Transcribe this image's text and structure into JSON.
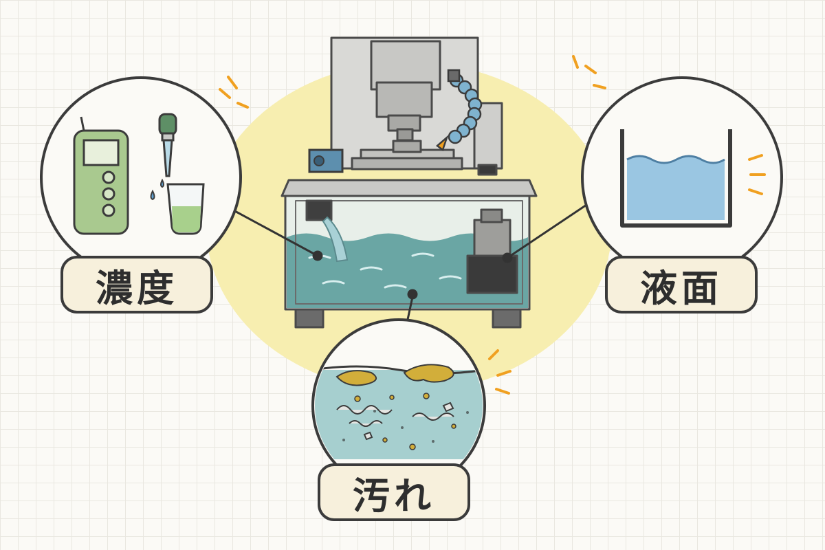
{
  "labels": {
    "concentration": "濃度",
    "liquid_level": "液面",
    "contamination": "汚れ"
  },
  "colors": {
    "background": "#fbfaf6",
    "glow": "#f7eeb0",
    "coolant": "#6aa6a4",
    "label_fill": "#f7f0dc",
    "outline": "#3b3b3b",
    "accent_dash": "#f0a020"
  }
}
